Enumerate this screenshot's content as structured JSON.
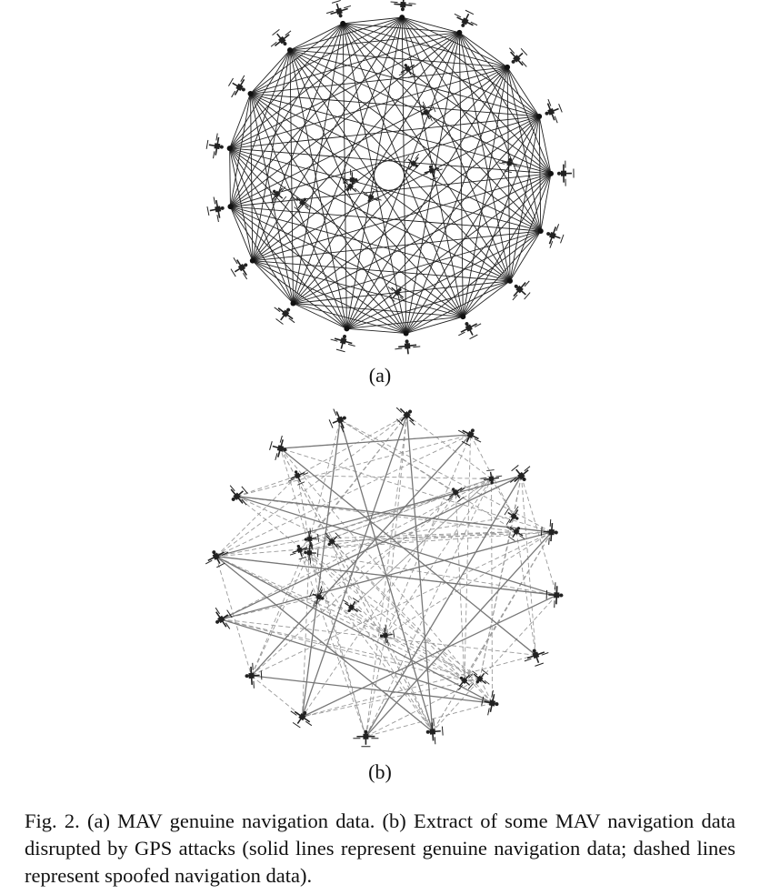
{
  "figure": {
    "panel_a": {
      "label": "(a)",
      "drone_count": 28,
      "ring_count": 17,
      "edge_style": "solid",
      "edge_color": "#222222"
    },
    "panel_b": {
      "label": "(b)",
      "drone_count": 30,
      "solid_edge_color": "#777777",
      "dashed_edge_color": "#9a9a9a"
    },
    "caption": "Fig. 2.  (a)  MAV genuine navigation data. (b) Extract of some MAV navigation data disrupted by GPS attacks (solid lines represent genuine navigation data; dashed lines represent spoofed navigation data)."
  }
}
